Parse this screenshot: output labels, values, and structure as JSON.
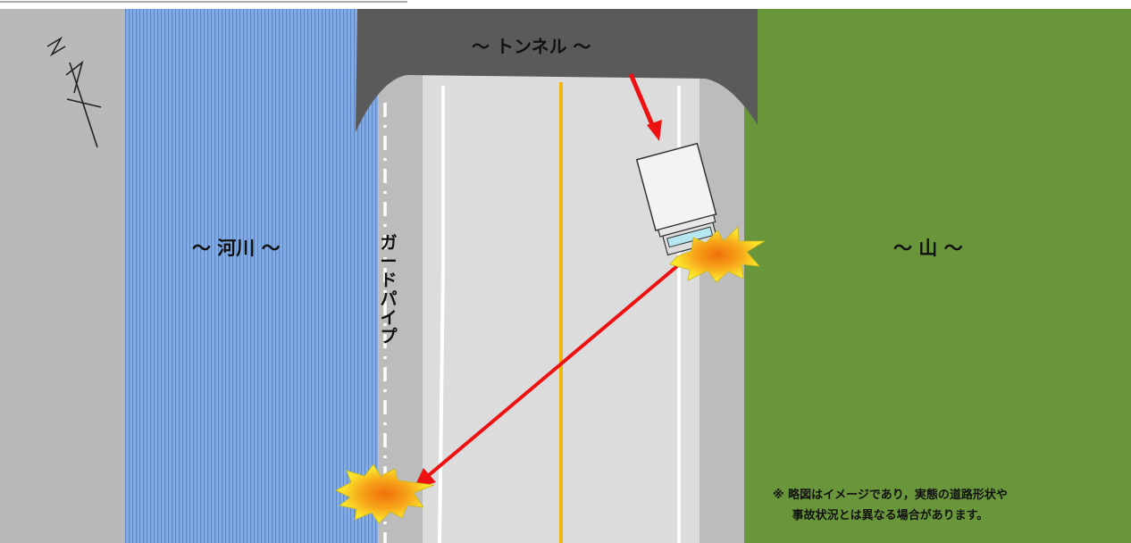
{
  "labels": {
    "tunnel": "～ トンネル ～",
    "river": "～ 河川 ～",
    "mountain": "～ 山 ～",
    "guard_pipe": "ガードパイプ",
    "note_line1": "※ 略図はイメージであり，実態の道路形状や",
    "note_line2": "事故状況とは異なる場合があります。"
  },
  "compass": {
    "letter": "N",
    "icon": "north-arrow-icon"
  },
  "colors": {
    "river": "#7ea6df",
    "mountain": "#6a963b",
    "road": "#dcdcdc",
    "shoulder": "#bcbcbc",
    "tunnel": "#5a5a5a",
    "center_line": "#f2b50a",
    "trajectory": "#ee1111",
    "impact_outer": "#f7ec2a",
    "impact_inner": "#f5a60a"
  }
}
